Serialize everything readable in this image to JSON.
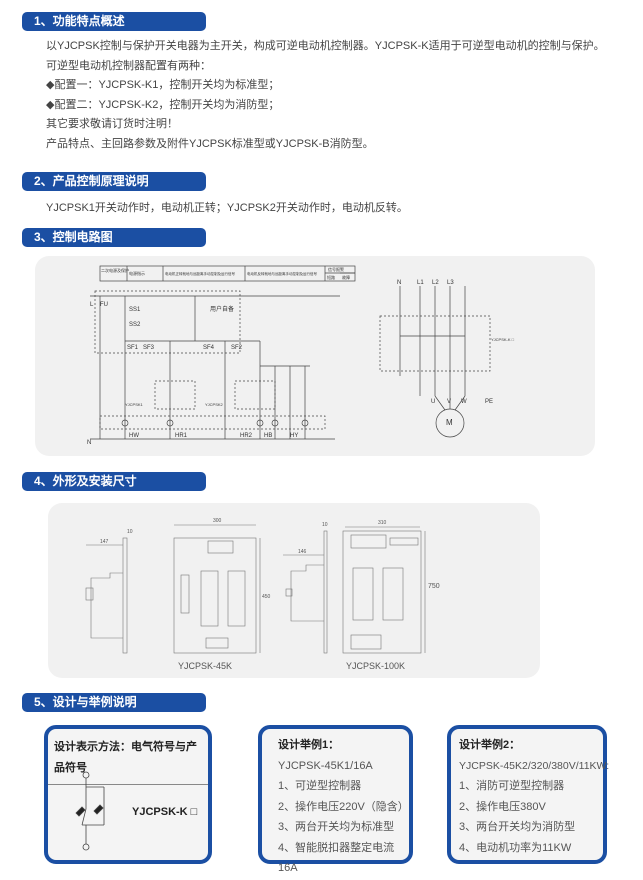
{
  "s1": {
    "title": "1、功能特点概述",
    "lines": [
      "以YJCPSK控制与保护开关电器为主开关，构成可逆电动机控制器。YJCPSK-K适用于可逆型电动机的控制与保护。",
      "可逆型电动机控制器配置有两种：",
      "◆配置一：YJCPSK-K1，控制开关均为标准型；",
      "◆配置二：YJCPSK-K2，控制开关均为消防型；",
      "其它要求敬请订货时注明！",
      "产品特点、主回路参数及附件YJCPSK标准型或YJCPSK-B消防型。"
    ]
  },
  "s2": {
    "title": "2、产品控制原理说明",
    "lines": [
      "YJCPSK1开关动作时，电动机正转；YJCPSK2开关动作时，电动机反转。"
    ]
  },
  "s3": {
    "title": "3、控制电路图",
    "table": [
      "二次电源及保护",
      "电源指示",
      "电动机正转就地与远距离手动控制及运行信号",
      "电动机反转就地与远距离手动控制及运行信号",
      "信号报警",
      "短路",
      "故障"
    ],
    "labels": {
      "L": "L",
      "FU": "FU",
      "N": "N",
      "ss1": "SS1",
      "ss2": "SS2",
      "sf1": "SF1",
      "sf3": "SF3",
      "sf4": "SF4",
      "sf2": "SF2",
      "user": "用户自备",
      "hw": "HW",
      "hr1": "HR1",
      "hr2": "HR2",
      "hb": "HB",
      "hy": "HY",
      "k1": "YJCPSK1",
      "k2": "YJCPSK2",
      "n2": "N",
      "l1": "L1",
      "l2": "L2",
      "l3": "L3",
      "u": "U",
      "v": "V",
      "w": "W",
      "pe": "PE",
      "m": "M",
      "k": "YJCPSK-K □"
    }
  },
  "s4": {
    "title": "4、外形及安装尺寸",
    "m1": {
      "name": "YJCPSK-45K",
      "w": "300",
      "d": "147",
      "t": "10",
      "h": "450"
    },
    "m2": {
      "name": "YJCPSK-100K",
      "w": "310",
      "d": "146",
      "t": "10",
      "h": "750"
    }
  },
  "s5": {
    "title": "5、设计与举例说明",
    "b1": {
      "title": "设计表示方法：电气符号与产品符号",
      "symbol": "YJCPSK-K □"
    },
    "b2": {
      "title": "设计举例1：",
      "model": "YJCPSK-45K1/16A",
      "items": [
        "1、可逆型控制器",
        "2、操作电压220V（隐含）",
        "3、两台开关均为标准型",
        "4、智能脱扣器整定电流16A"
      ]
    },
    "b3": {
      "title": "设计举例2：",
      "model": "YJCPSK-45K2/320/380V/11KW:",
      "items": [
        "1、消防可逆型控制器",
        "2、操作电压380V",
        "3、两台开关均为消防型",
        "4、电动机功率为11KW"
      ]
    }
  },
  "colors": {
    "accent": "#1b4fa3"
  }
}
